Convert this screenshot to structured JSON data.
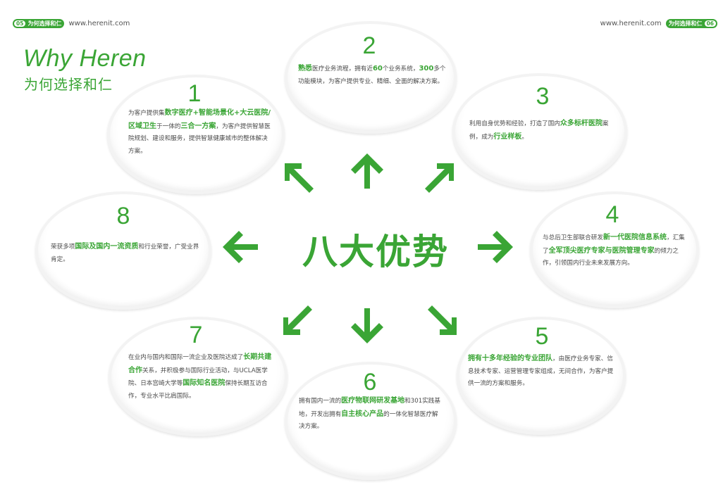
{
  "header": {
    "left_page_num": "05",
    "left_label": "为何选择和仁",
    "left_url": "www.herenit.com",
    "right_url": "www.herenit.com",
    "right_label": "为何选择和仁",
    "right_page_num": "06"
  },
  "title": {
    "english": "Why Heren",
    "chinese": "为何选择和仁"
  },
  "center_title": "八大优势",
  "advantages": [
    {
      "num": "1",
      "segments": [
        {
          "t": "为客户提供集"
        },
        {
          "t": "数字医疗+智能场景化+大云医院/区域卫生",
          "g": true
        },
        {
          "t": "于一体的"
        },
        {
          "t": "三合一方案",
          "g": true
        },
        {
          "t": "，为客户提供智慧医院规划、建设和服务，提供智慧健康城市的整体解决方案。"
        }
      ]
    },
    {
      "num": "2",
      "segments": [
        {
          "t": "熟悉",
          "g": true
        },
        {
          "t": "医疗业务流程，拥有近"
        },
        {
          "t": "60",
          "g": true
        },
        {
          "t": "个业务系统，"
        },
        {
          "t": "300",
          "g": true
        },
        {
          "t": "多个功能模块，为客户提供专业、精细、全面的解决方案。"
        }
      ]
    },
    {
      "num": "3",
      "segments": [
        {
          "t": "利用自身优势和经验，打造了国内"
        },
        {
          "t": "众多标杆医院",
          "g": true
        },
        {
          "t": "案例，成为"
        },
        {
          "t": "行业样板",
          "g": true
        },
        {
          "t": "。"
        }
      ]
    },
    {
      "num": "4",
      "segments": [
        {
          "t": "与总后卫生部联合研发"
        },
        {
          "t": "新一代医院信息系统",
          "g": true
        },
        {
          "t": "，汇集了"
        },
        {
          "t": "全军顶尖医疗专家与医院管理专家",
          "g": true
        },
        {
          "t": "的倾力之作，引领国内行业未来发展方向。"
        }
      ]
    },
    {
      "num": "5",
      "segments": [
        {
          "t": "拥有十多年经验的专业团队",
          "g": true
        },
        {
          "t": "，由医疗业务专家、信息技术专家、运营管理专家组成，无间合作，为客户提供一流的方案和服务。"
        }
      ]
    },
    {
      "num": "6",
      "segments": [
        {
          "t": "拥有国内一流的"
        },
        {
          "t": "医疗物联网研发基地",
          "g": true
        },
        {
          "t": "和301实践基地，开发出拥有"
        },
        {
          "t": "自主核心产品",
          "g": true
        },
        {
          "t": "的一体化智慧医疗解决方案。"
        }
      ]
    },
    {
      "num": "7",
      "segments": [
        {
          "t": "在业内与国内和国际一流企业及医院达成了"
        },
        {
          "t": "长期共建合作",
          "g": true
        },
        {
          "t": "关系，并积极参与国际行业活动，与UCLA医学院、日本宫崎大学等"
        },
        {
          "t": "国际知名医院",
          "g": true
        },
        {
          "t": "保持长期互访合作，专业水平比肩国际。"
        }
      ]
    },
    {
      "num": "8",
      "segments": [
        {
          "t": "荣获多项"
        },
        {
          "t": "国际及国内一流资质",
          "g": true
        },
        {
          "t": "和行业荣誉，广受业界肯定。"
        }
      ]
    }
  ],
  "colors": {
    "accent": "#3aa535",
    "text": "#4a4a4a"
  },
  "arrow_icons": [
    "arrow-up-left-icon",
    "arrow-up-icon",
    "arrow-up-right-icon",
    "arrow-left-icon",
    "arrow-right-icon",
    "arrow-down-left-icon",
    "arrow-down-icon",
    "arrow-down-right-icon"
  ]
}
